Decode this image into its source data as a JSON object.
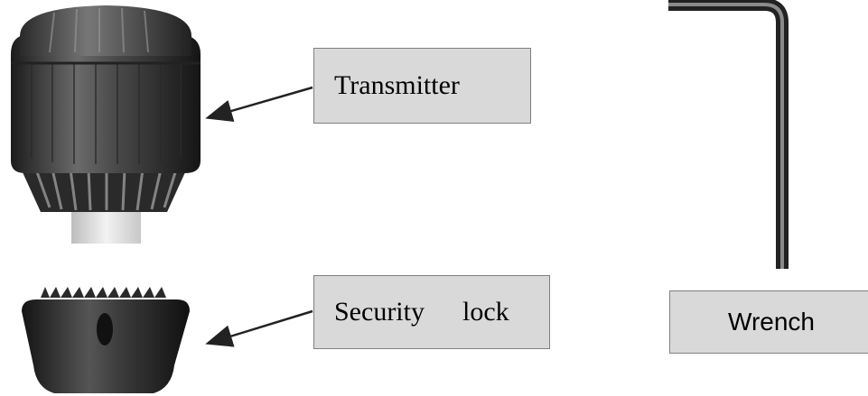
{
  "labels": {
    "transmitter": "Transmitter",
    "security_word1": "Security",
    "security_word2": "lock",
    "wrench": "Wrench"
  },
  "colors": {
    "box_fill": "#d9d9d9",
    "box_border": "#7f7f7f",
    "part_dark": "#3a3a3a",
    "stem": "#e6e6e6",
    "arrow": "#222222"
  }
}
